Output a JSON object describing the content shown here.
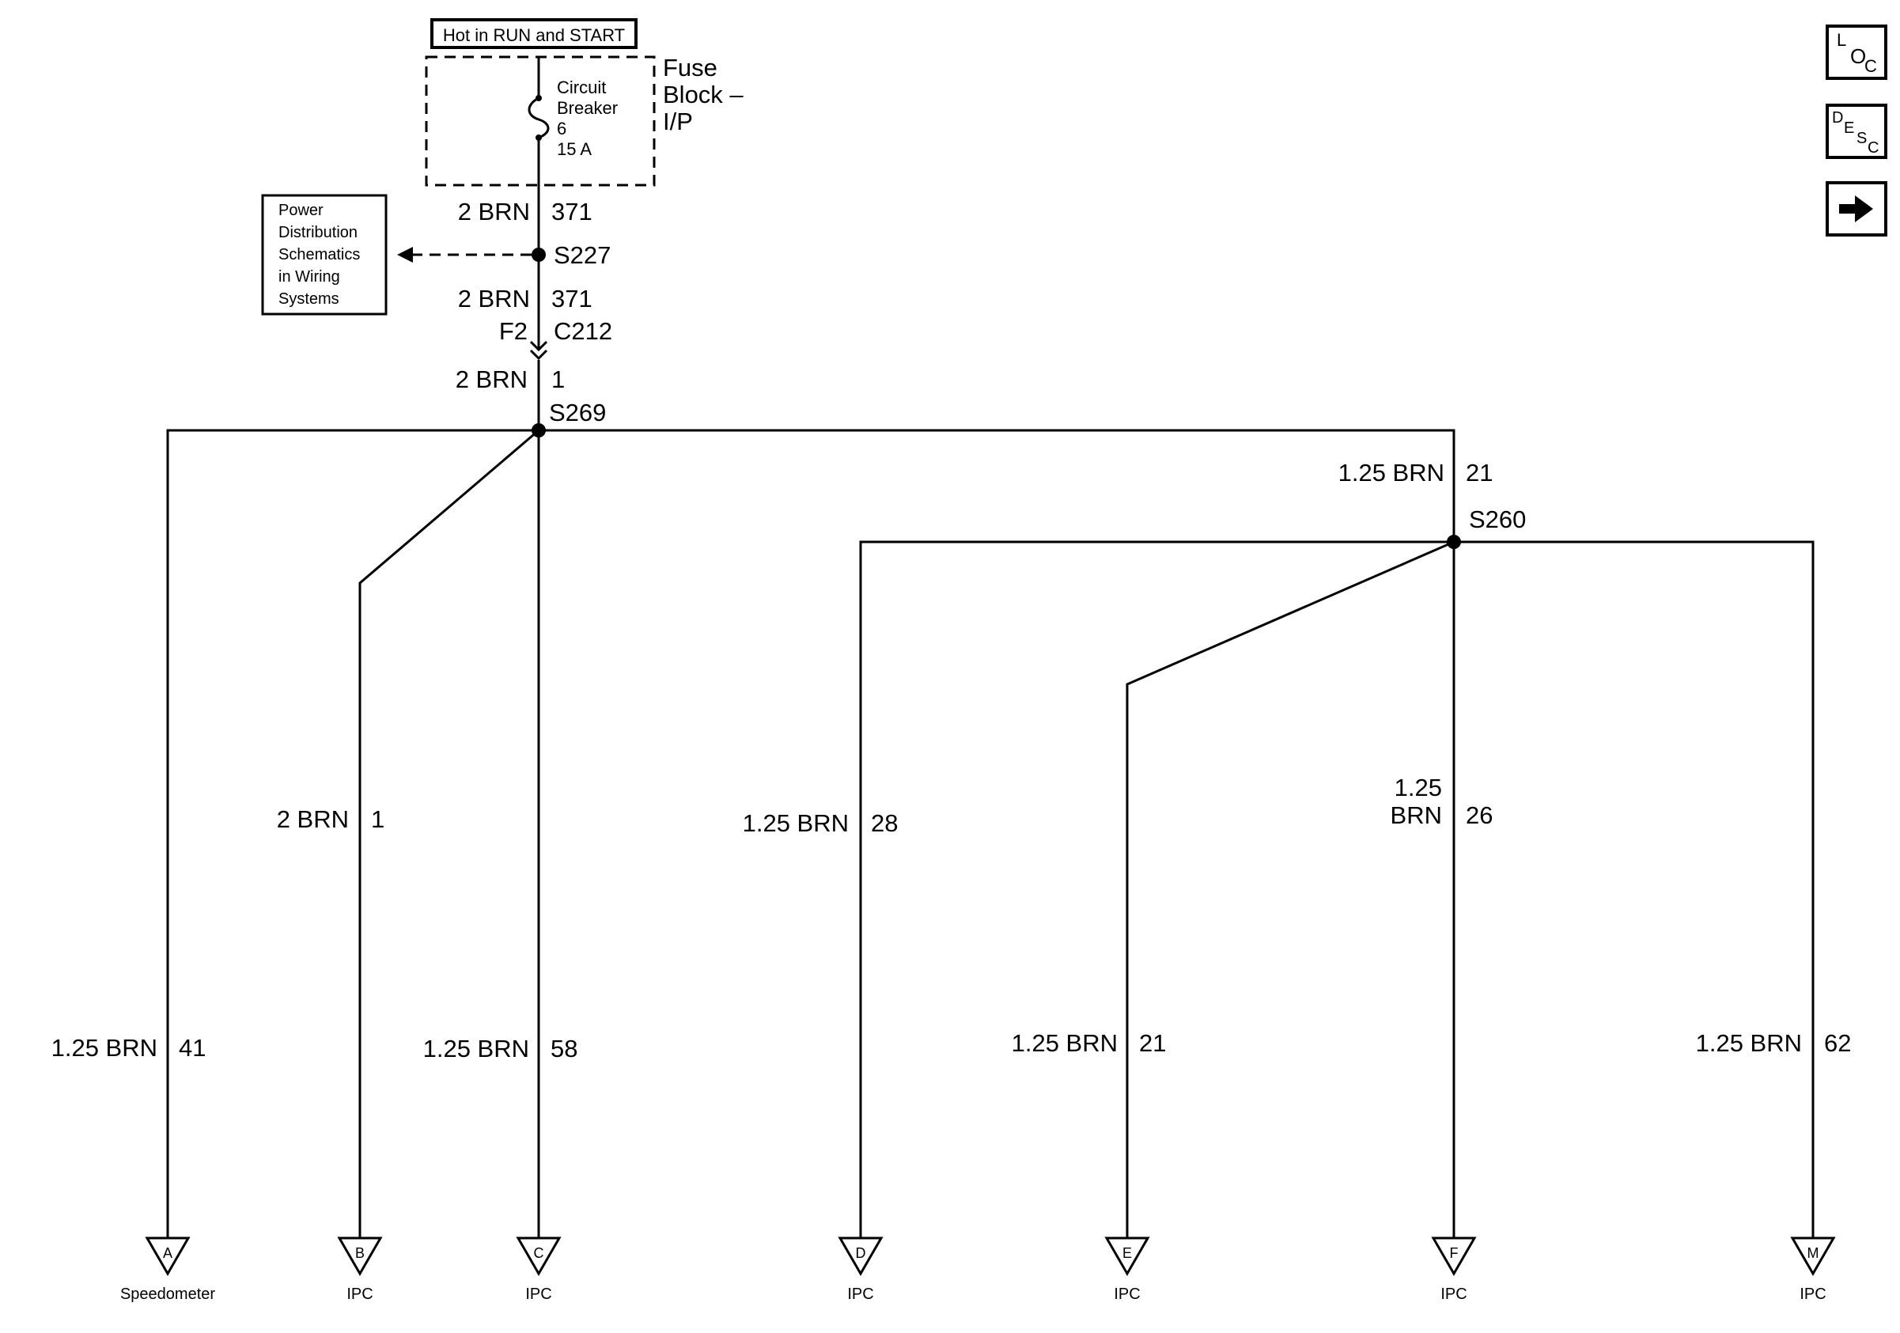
{
  "header": {
    "hot_label": "Hot in RUN and START",
    "fuse_block": [
      "Fuse",
      "Block –",
      "I/P"
    ],
    "breaker": [
      "Circuit",
      "Breaker",
      "6",
      "15 A"
    ]
  },
  "power_ref": [
    "Power",
    "Distribution",
    "Schematics",
    "in Wiring",
    "Systems"
  ],
  "wires": {
    "w1_size": "2 BRN",
    "w1_circuit": "371",
    "w2_size": "2 BRN",
    "w2_circuit": "371",
    "w3_size": "2 BRN",
    "w3_circuit": "1",
    "wB_size": "2 BRN",
    "wB_circuit": "1",
    "wA_size": "1.25 BRN",
    "wA_circuit": "41",
    "wC_size": "1.25 BRN",
    "wC_circuit": "58",
    "wS260_size": "1.25 BRN",
    "wS260_circuit": "21",
    "wD_size": "1.25 BRN",
    "wD_circuit": "28",
    "wE_size": "1.25 BRN",
    "wE_circuit": "21",
    "wF_size": [
      "1.25",
      "BRN"
    ],
    "wF_circuit": "26",
    "wM_size": "1.25 BRN",
    "wM_circuit": "62"
  },
  "splices": {
    "s227": "S227",
    "s269": "S269",
    "s260": "S260"
  },
  "connector": {
    "pin": "F2",
    "name": "C212"
  },
  "terminals": [
    {
      "letter": "A",
      "name": "Speedometer"
    },
    {
      "letter": "B",
      "name": "IPC"
    },
    {
      "letter": "C",
      "name": "IPC"
    },
    {
      "letter": "D",
      "name": "IPC"
    },
    {
      "letter": "E",
      "name": "IPC"
    },
    {
      "letter": "F",
      "name": "IPC"
    },
    {
      "letter": "M",
      "name": "IPC"
    }
  ],
  "nav": {
    "loc": {
      "a": "L",
      "b": "O",
      "c": "C"
    },
    "desc": {
      "a": "D",
      "b": "E",
      "c": "S",
      "d": "C"
    },
    "next_icon": "arrow-right-icon"
  }
}
